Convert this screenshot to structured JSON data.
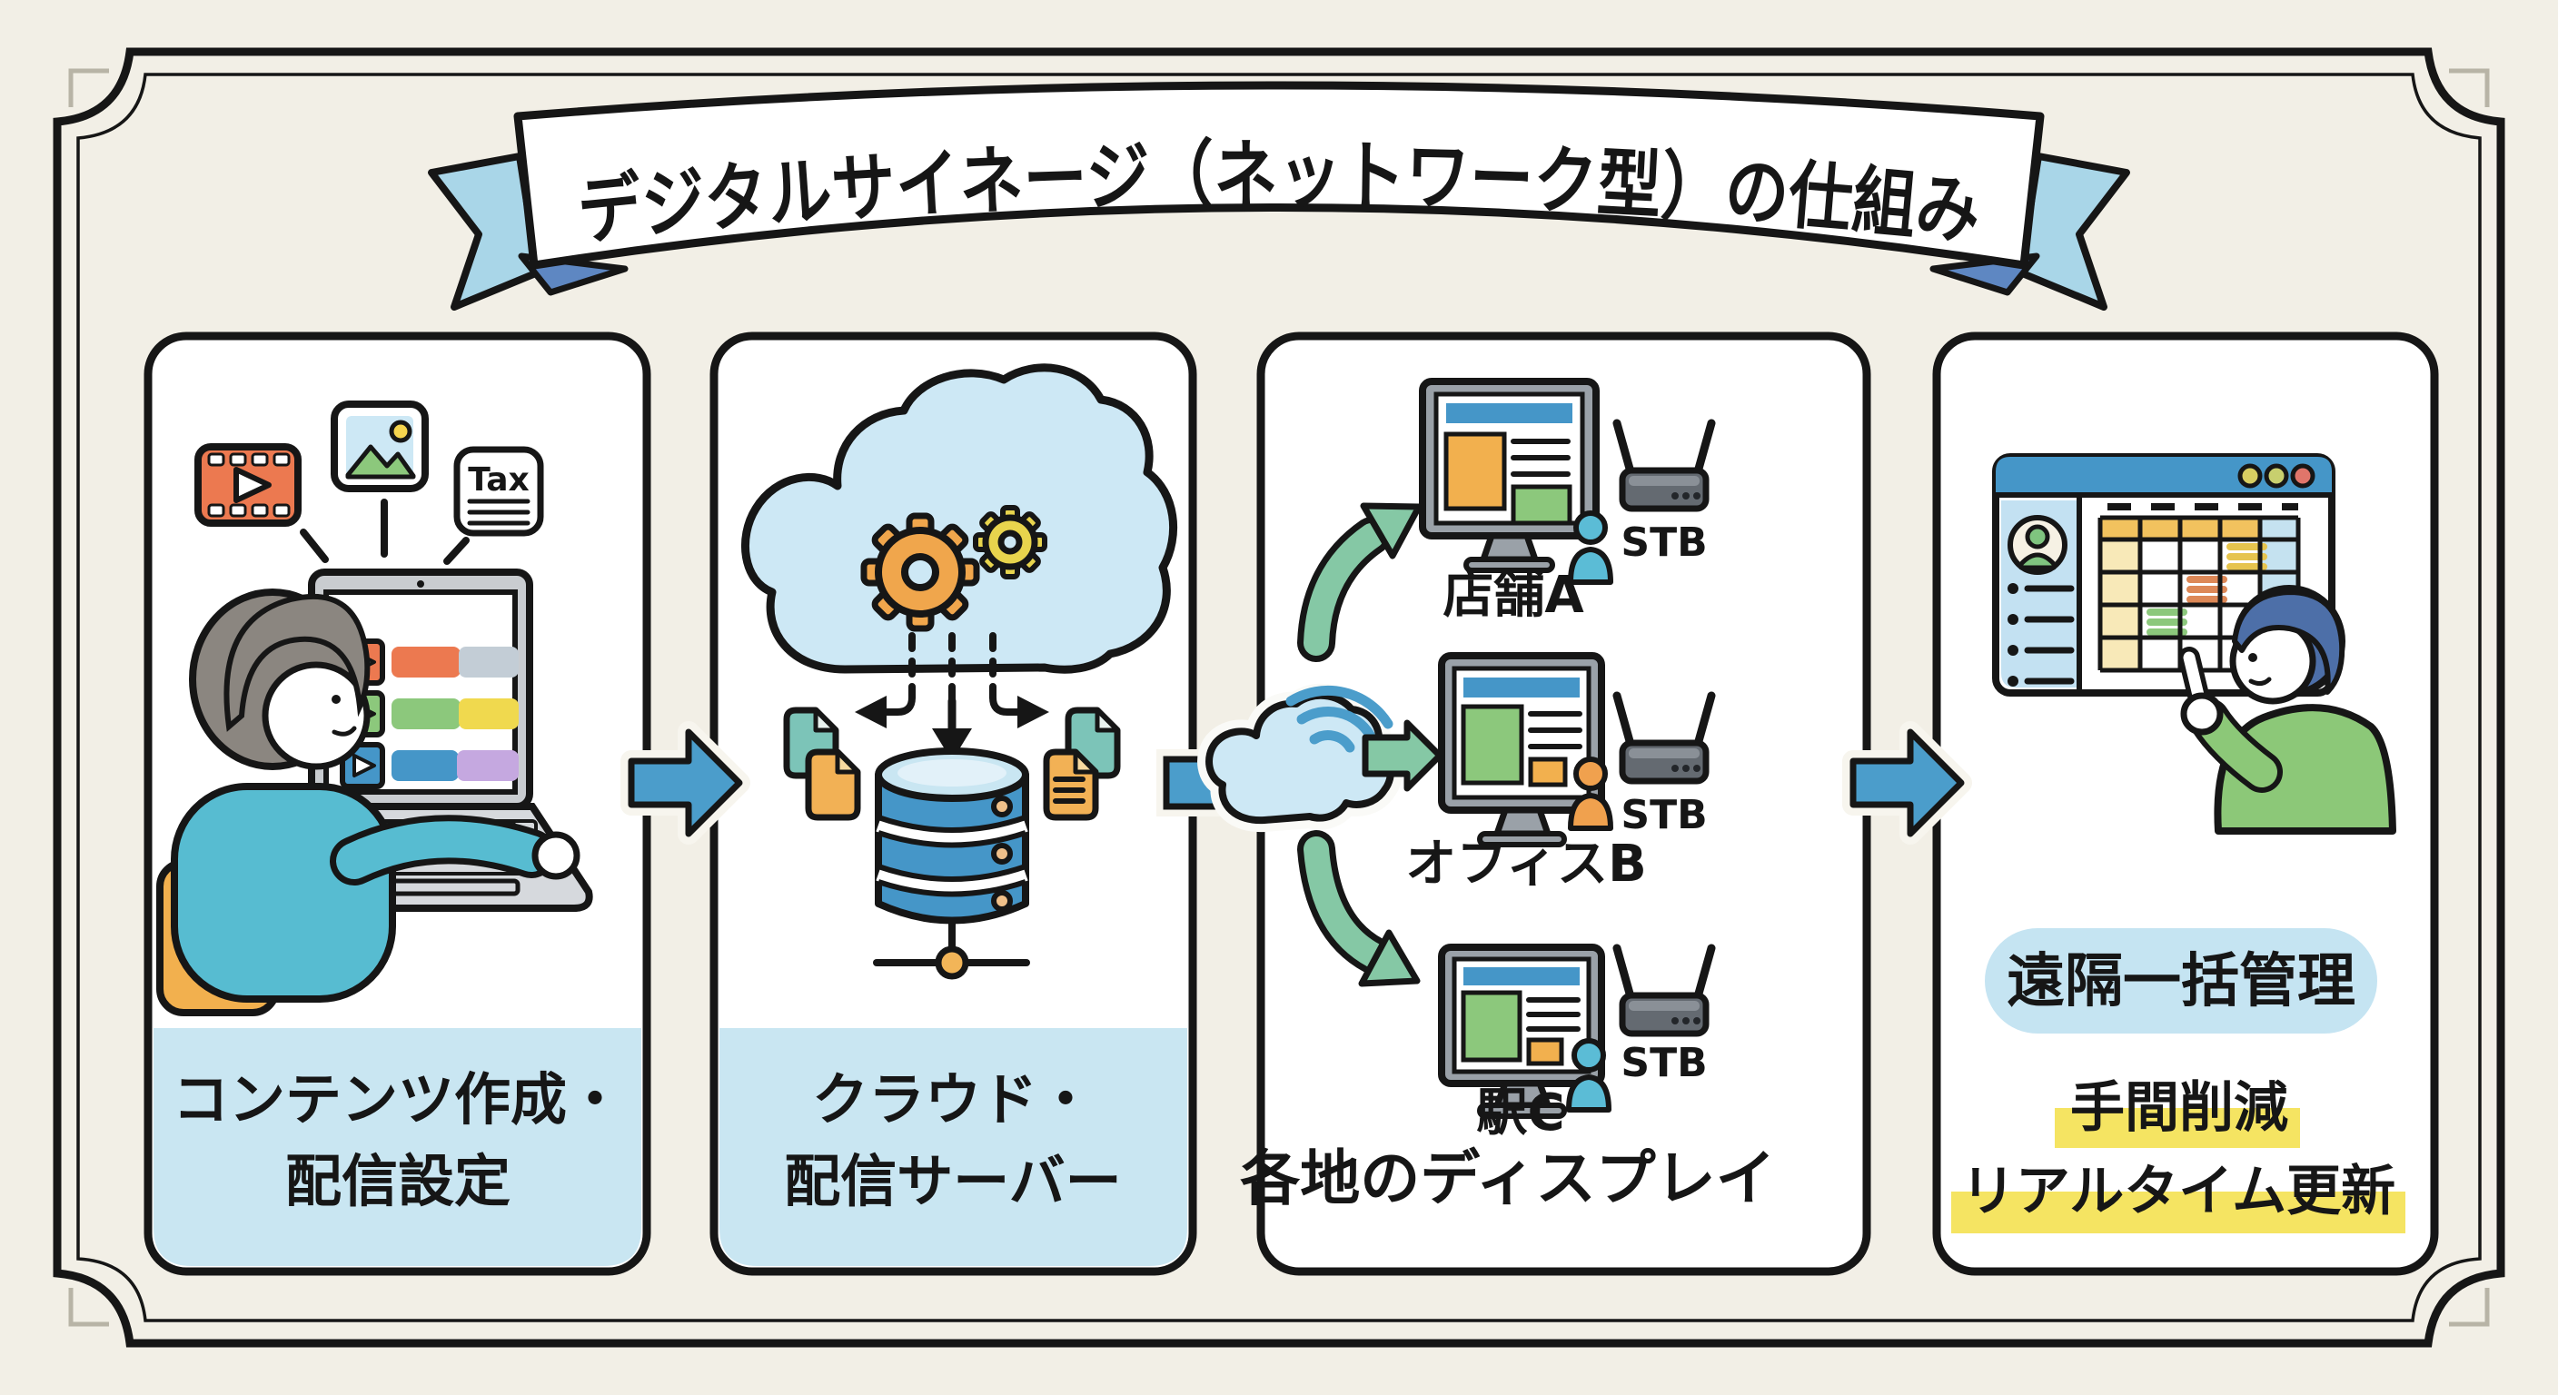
{
  "title": {
    "text": "デジタルサイネージ（ネットワーク型）の仕組み"
  },
  "panel1": {
    "caption_line1": "コンテンツ作成・",
    "caption_line2": "配信設定",
    "tax_icon_label": "Tax"
  },
  "panel2": {
    "caption_line1": "クラウド・",
    "caption_line2": "配信サーバー"
  },
  "panel3": {
    "caption": "各地のディスプレイ",
    "locations": [
      {
        "label": "店舗A",
        "stb_label": "STB"
      },
      {
        "label": "オフィスB",
        "stb_label": "STB"
      },
      {
        "label": "駅C",
        "stb_label": "STB"
      }
    ]
  },
  "panel4": {
    "badge": "遠隔一括管理",
    "benefits": [
      "手間削減",
      "リアルタイム更新"
    ]
  },
  "colors": {
    "background": "#f2efe6",
    "panel_fill": "#ffffff",
    "caption_bg": "#c9e6f2",
    "accent_blue": "#4b9dcb",
    "accent_green": "#85c8a5",
    "highlight_yellow": "#f5e462",
    "ribbon_blue": "#a9d6e8",
    "gear_orange": "#f0a64c",
    "gear_yellow": "#e8d44d"
  }
}
